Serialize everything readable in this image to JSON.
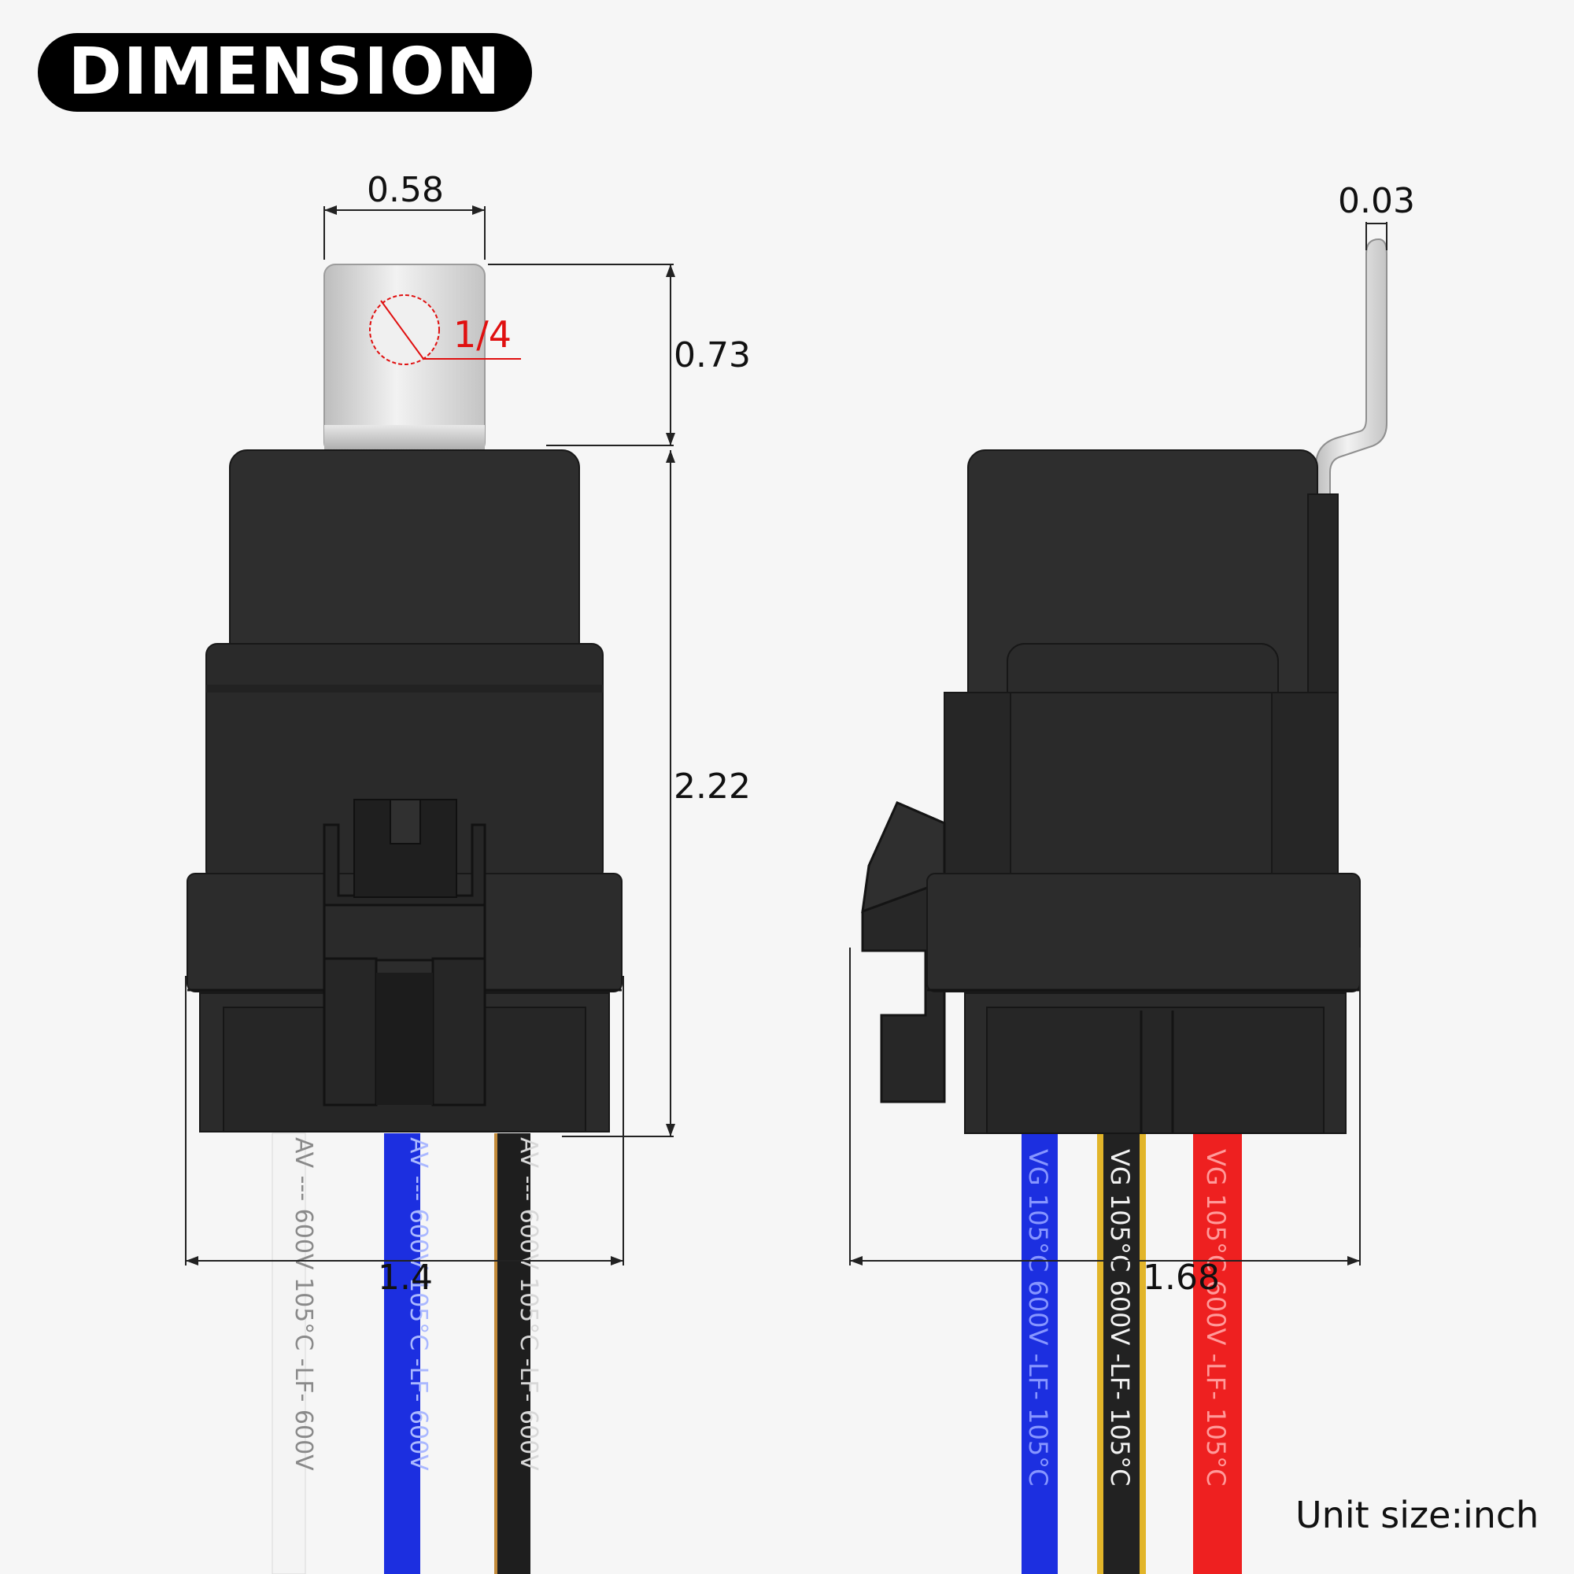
{
  "header": {
    "title": "DIMENSION"
  },
  "dimensions": {
    "terminal_width": "0.58",
    "terminal_thickness": "0.03",
    "hole_size": "1/4",
    "terminal_height": "0.73",
    "body_height": "2.22",
    "front_width": "1.4",
    "side_width": "1.68"
  },
  "wires": {
    "front_white": "AV   ---   600V   105°C   -LF-   600V",
    "front_blue": "AV   ---   600V   105°C   -LF-   600V",
    "front_black": "AV   ---   600V   105°C   -LF-   600V",
    "side_blue": "VG  105°C  600V  -LF-  105°C",
    "side_yellow": "VG  105°C  600V  -LF-  105°C",
    "side_red": "VG  105°C  600V  -LF-  105°C"
  },
  "footer": {
    "unit_note": "Unit size:inch"
  },
  "colors": {
    "body": "#2c2c2c",
    "wire_white": "#f4f4f4",
    "wire_blue": "#1c2fe0",
    "wire_black": "#1e1e1e",
    "wire_yellow_stripe": "#e2b52a",
    "wire_red": "#ee2020",
    "hole_mark": "#e01010"
  }
}
